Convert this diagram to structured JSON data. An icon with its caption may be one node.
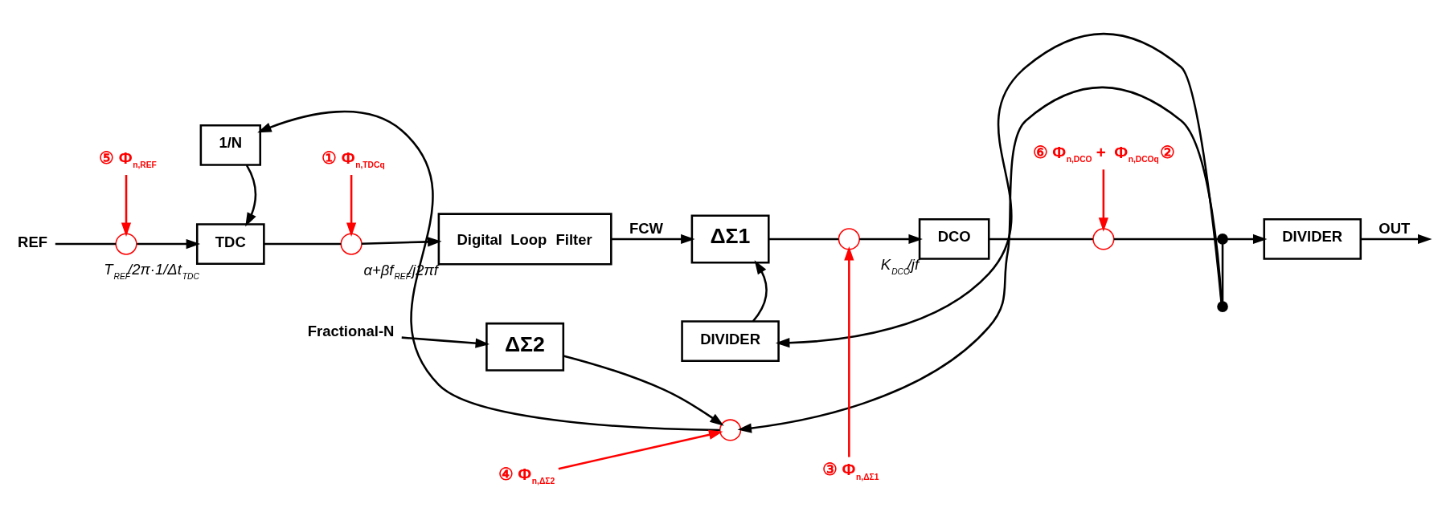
{
  "diagram": {
    "nodes": [
      {
        "text": [
          "REF"
        ]
      },
      {
        "text": [],
        "shape": "circle"
      },
      {
        "text": [
          "TDC"
        ],
        "beside": [
          "T$_{REF}$/2π·1/Δt$_{TDC}$"
        ]
      },
      {
        "text": [],
        "shape": "circle"
      },
      {
        "text": [
          "Digital Loop Filter"
        ],
        "beside": [
          "α+βf$_{REF}$/j2πf"
        ]
      },
      {
        "text": [
          "ΔΣ1"
        ]
      },
      {
        "text": [],
        "shape": "circle"
      },
      {
        "text": [
          "DCO"
        ],
        "beside": [
          "K$_{DCO}$/jf"
        ]
      },
      {
        "text": [],
        "shape": "circle"
      },
      {
        "text": [],
        "shape": "dot"
      },
      {
        "text": [
          "DIVIDER"
        ]
      },
      {
        "text": [
          "DIVIDER"
        ]
      },
      {
        "text": [],
        "shape": "dot"
      },
      {
        "text": [
          "Fractional-N"
        ]
      },
      {
        "text": [
          "ΔΣ2"
        ]
      },
      {
        "text": [],
        "shape": "circle"
      },
      {
        "text": [
          "1/N"
        ]
      },
      {
        "text": [
          "⑤",
          "Φ$_{n,REF}$"
        ]
      },
      {
        "text": [
          "①",
          "Φ$_{n,TDCq}$"
        ]
      },
      {
        "text": [
          "③",
          "Φ$_{n,ΔΣ1}$"
        ]
      },
      {
        "text": [
          "⑥",
          "Φ$_{n,DCO}$ + Φ$_{n,DCOq}$",
          "②"
        ]
      },
      {
        "text": [
          "④",
          "Φ$_{n,ΔΣ2}$"
        ]
      }
    ],
    "edges": [
      {
        "from": 0,
        "to": 1,
        "arrow": "none"
      },
      {
        "from": 1,
        "to": 2,
        "arrow": "to"
      },
      {
        "from": 2,
        "to": 3,
        "arrow": "none"
      },
      {
        "from": 3,
        "to": 4,
        "arrow": "to"
      },
      {
        "from": 4,
        "to": 5,
        "arrow": "to",
        "label": "FCW"
      },
      {
        "from": 5,
        "to": 6,
        "arrow": "none"
      },
      {
        "from": 6,
        "to": 7,
        "arrow": "to"
      },
      {
        "from": 7,
        "to": 8,
        "arrow": "none"
      },
      {
        "from": 8,
        "to": 9,
        "arrow": "none"
      },
      {
        "from": 9,
        "to": 10,
        "arrow": "to"
      },
      {
        "from": 10,
        "to": null,
        "arrow": "to",
        "label": "OUT"
      },
      {
        "from": 9,
        "to": 12,
        "arrow": "none"
      },
      {
        "from": 12,
        "to": 11,
        "arrow": "to"
      },
      {
        "from": 11,
        "to": 5,
        "arrow": "to"
      },
      {
        "from": 12,
        "to": 15,
        "arrow": "to"
      },
      {
        "from": 13,
        "to": 14,
        "arrow": "to"
      },
      {
        "from": 14,
        "to": 15,
        "arrow": "to"
      },
      {
        "from": 15,
        "to": 16,
        "arrow": "to"
      },
      {
        "from": 16,
        "to": 2,
        "arrow": "to"
      },
      {
        "from": 17,
        "to": 1,
        "arrow": "to",
        "color": "#ff0000"
      },
      {
        "from": 18,
        "to": 3,
        "arrow": "to",
        "color": "#ff0000"
      },
      {
        "from": 19,
        "to": 6,
        "arrow": "to",
        "color": "#ff0000"
      },
      {
        "from": 20,
        "to": 8,
        "arrow": "to",
        "color": "#ff0000"
      },
      {
        "from": 21,
        "to": 15,
        "arrow": "to",
        "color": "#ff0000"
      }
    ]
  }
}
